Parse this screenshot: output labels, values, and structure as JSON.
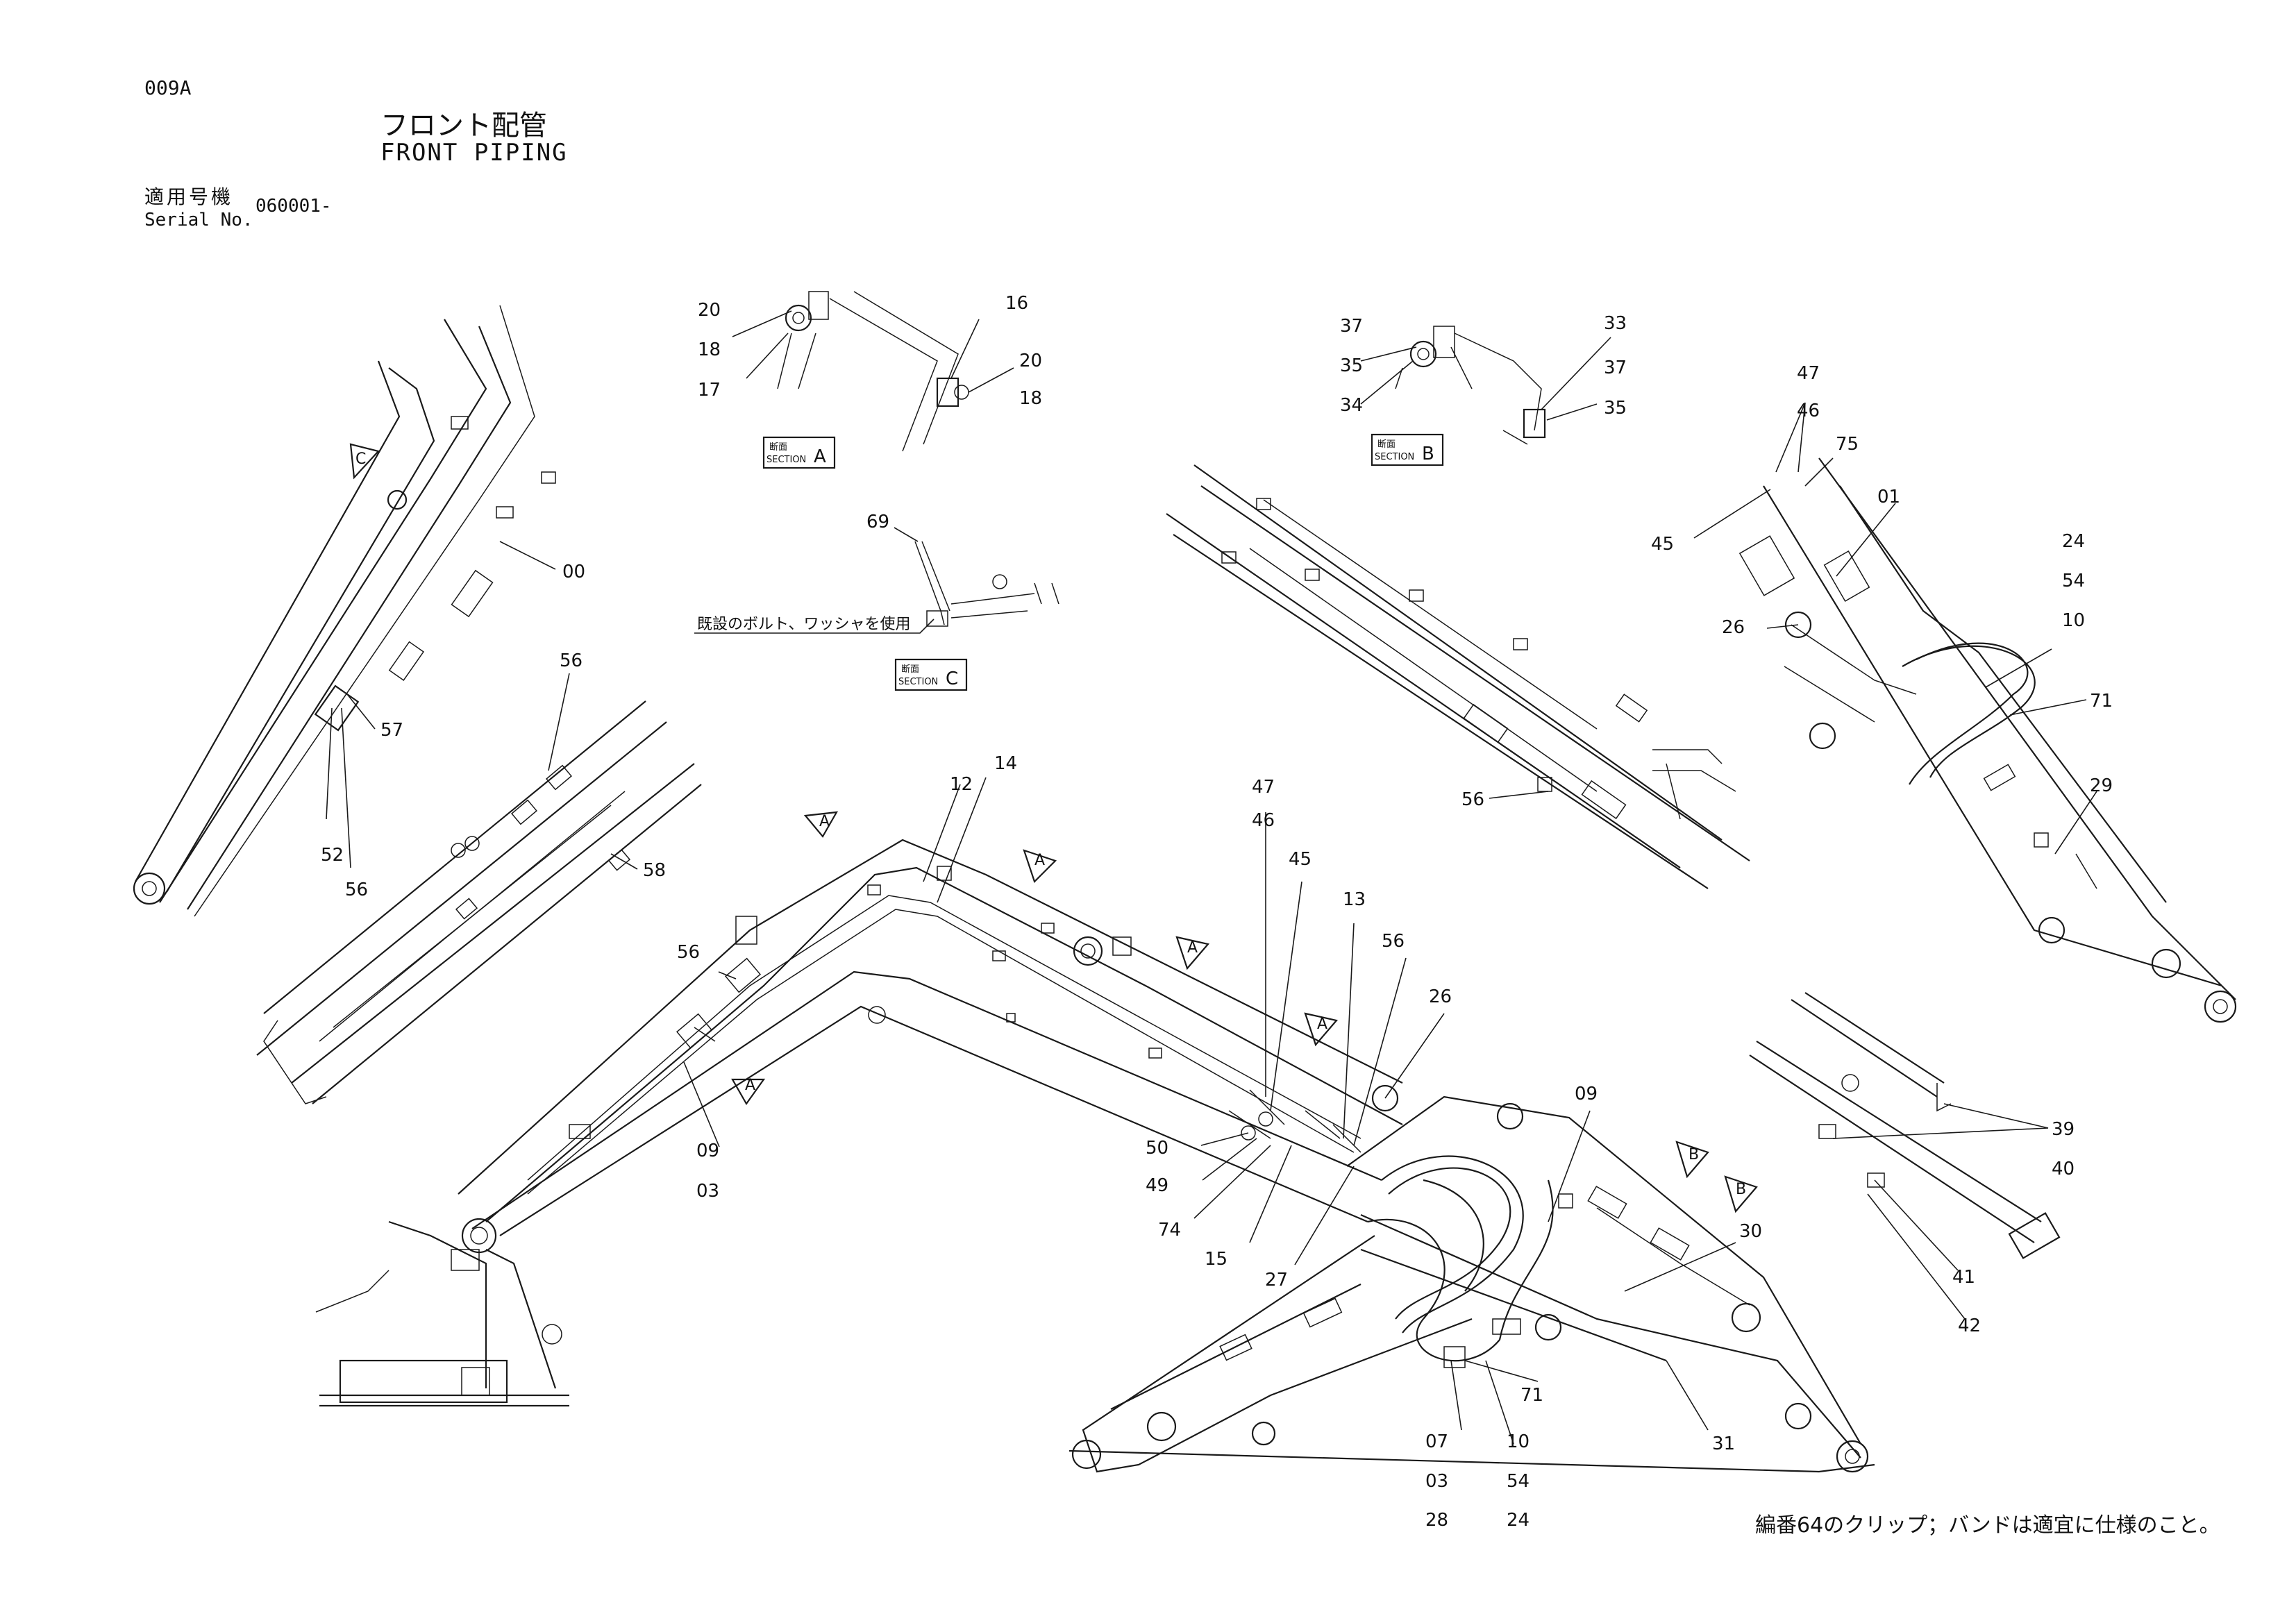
{
  "header": {
    "sheet_code": "009A",
    "title_jp": "フロント配管",
    "title_en": "FRONT PIPING",
    "serial_label_jp": "適用号機",
    "serial_label_en": "Serial No.",
    "serial_value": "060001-"
  },
  "sections": {
    "a": {
      "label_jp": "断面",
      "label_en": "SECTION",
      "letter": "A"
    },
    "b": {
      "label_jp": "断面",
      "label_en": "SECTION",
      "letter": "B"
    },
    "c": {
      "label_jp": "断面",
      "label_en": "SECTION",
      "letter": "C",
      "note": "既設のボルト、ワッシャを使用"
    }
  },
  "view_arrows": [
    "A",
    "A",
    "A",
    "A",
    "A",
    "B",
    "B",
    "C"
  ],
  "callouts": {
    "upper_left": [
      "00",
      "57",
      "52",
      "56"
    ],
    "middle_left": [
      "56",
      "58"
    ],
    "section_a": [
      "20",
      "18",
      "17",
      "16",
      "20",
      "18"
    ],
    "section_b": [
      "37",
      "35",
      "34",
      "33",
      "37",
      "35"
    ],
    "section_c": [
      "69"
    ],
    "upper_right": [
      "56"
    ],
    "far_right": [
      "47",
      "46",
      "75",
      "01",
      "45",
      "24",
      "54",
      "10",
      "26",
      "71",
      "29"
    ],
    "main": [
      "12",
      "14",
      "47",
      "46",
      "45",
      "13",
      "56",
      "26",
      "09",
      "56",
      "09",
      "03",
      "50",
      "49",
      "74",
      "15",
      "27",
      "30",
      "71",
      "07",
      "03",
      "28",
      "10",
      "54",
      "24",
      "31"
    ],
    "lower_right": [
      "39",
      "40",
      "41",
      "42"
    ]
  },
  "footnote": "編番64のクリップ；バンドは適宜に仕様のこと。"
}
